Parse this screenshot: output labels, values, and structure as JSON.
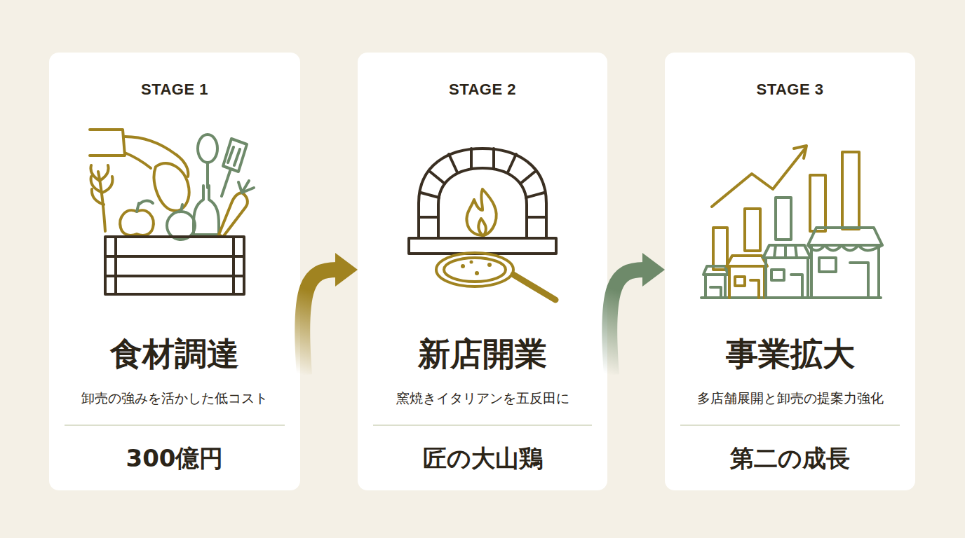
{
  "diagram": {
    "nodes": [
      {
        "text": [
          "STAGE 1",
          "食材調達",
          "卸売の強みを活かした低コスト",
          "300億円"
        ]
      },
      {
        "text": [
          "STAGE 2",
          "新店開業",
          "窯焼きイタリアンを五反田に",
          "匠の大山鶏"
        ]
      },
      {
        "text": [
          "STAGE 3",
          "事業拡大",
          "多店舗展開と卸売の提案力強化",
          "第二の成長"
        ]
      }
    ],
    "edges": [
      {
        "from": 0,
        "to": 1,
        "arrow": "to"
      },
      {
        "from": 1,
        "to": 2,
        "arrow": "to"
      }
    ]
  }
}
